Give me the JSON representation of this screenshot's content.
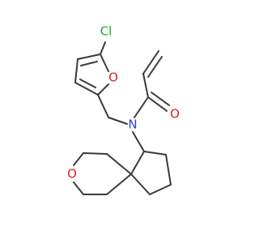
{
  "molecule": {
    "atoms": [
      {
        "name": "chlorine",
        "label": "Cl",
        "color": "#22aa22"
      },
      {
        "name": "furan-oxygen",
        "label": "O",
        "color": "#e02020"
      },
      {
        "name": "carbonyl-oxygen",
        "label": "O",
        "color": "#e02020"
      },
      {
        "name": "amide-nitrogen",
        "label": "N",
        "color": "#2244dd"
      },
      {
        "name": "oxane-oxygen",
        "label": "O",
        "color": "#e02020"
      }
    ],
    "bond_color": "#3a3a3a"
  }
}
